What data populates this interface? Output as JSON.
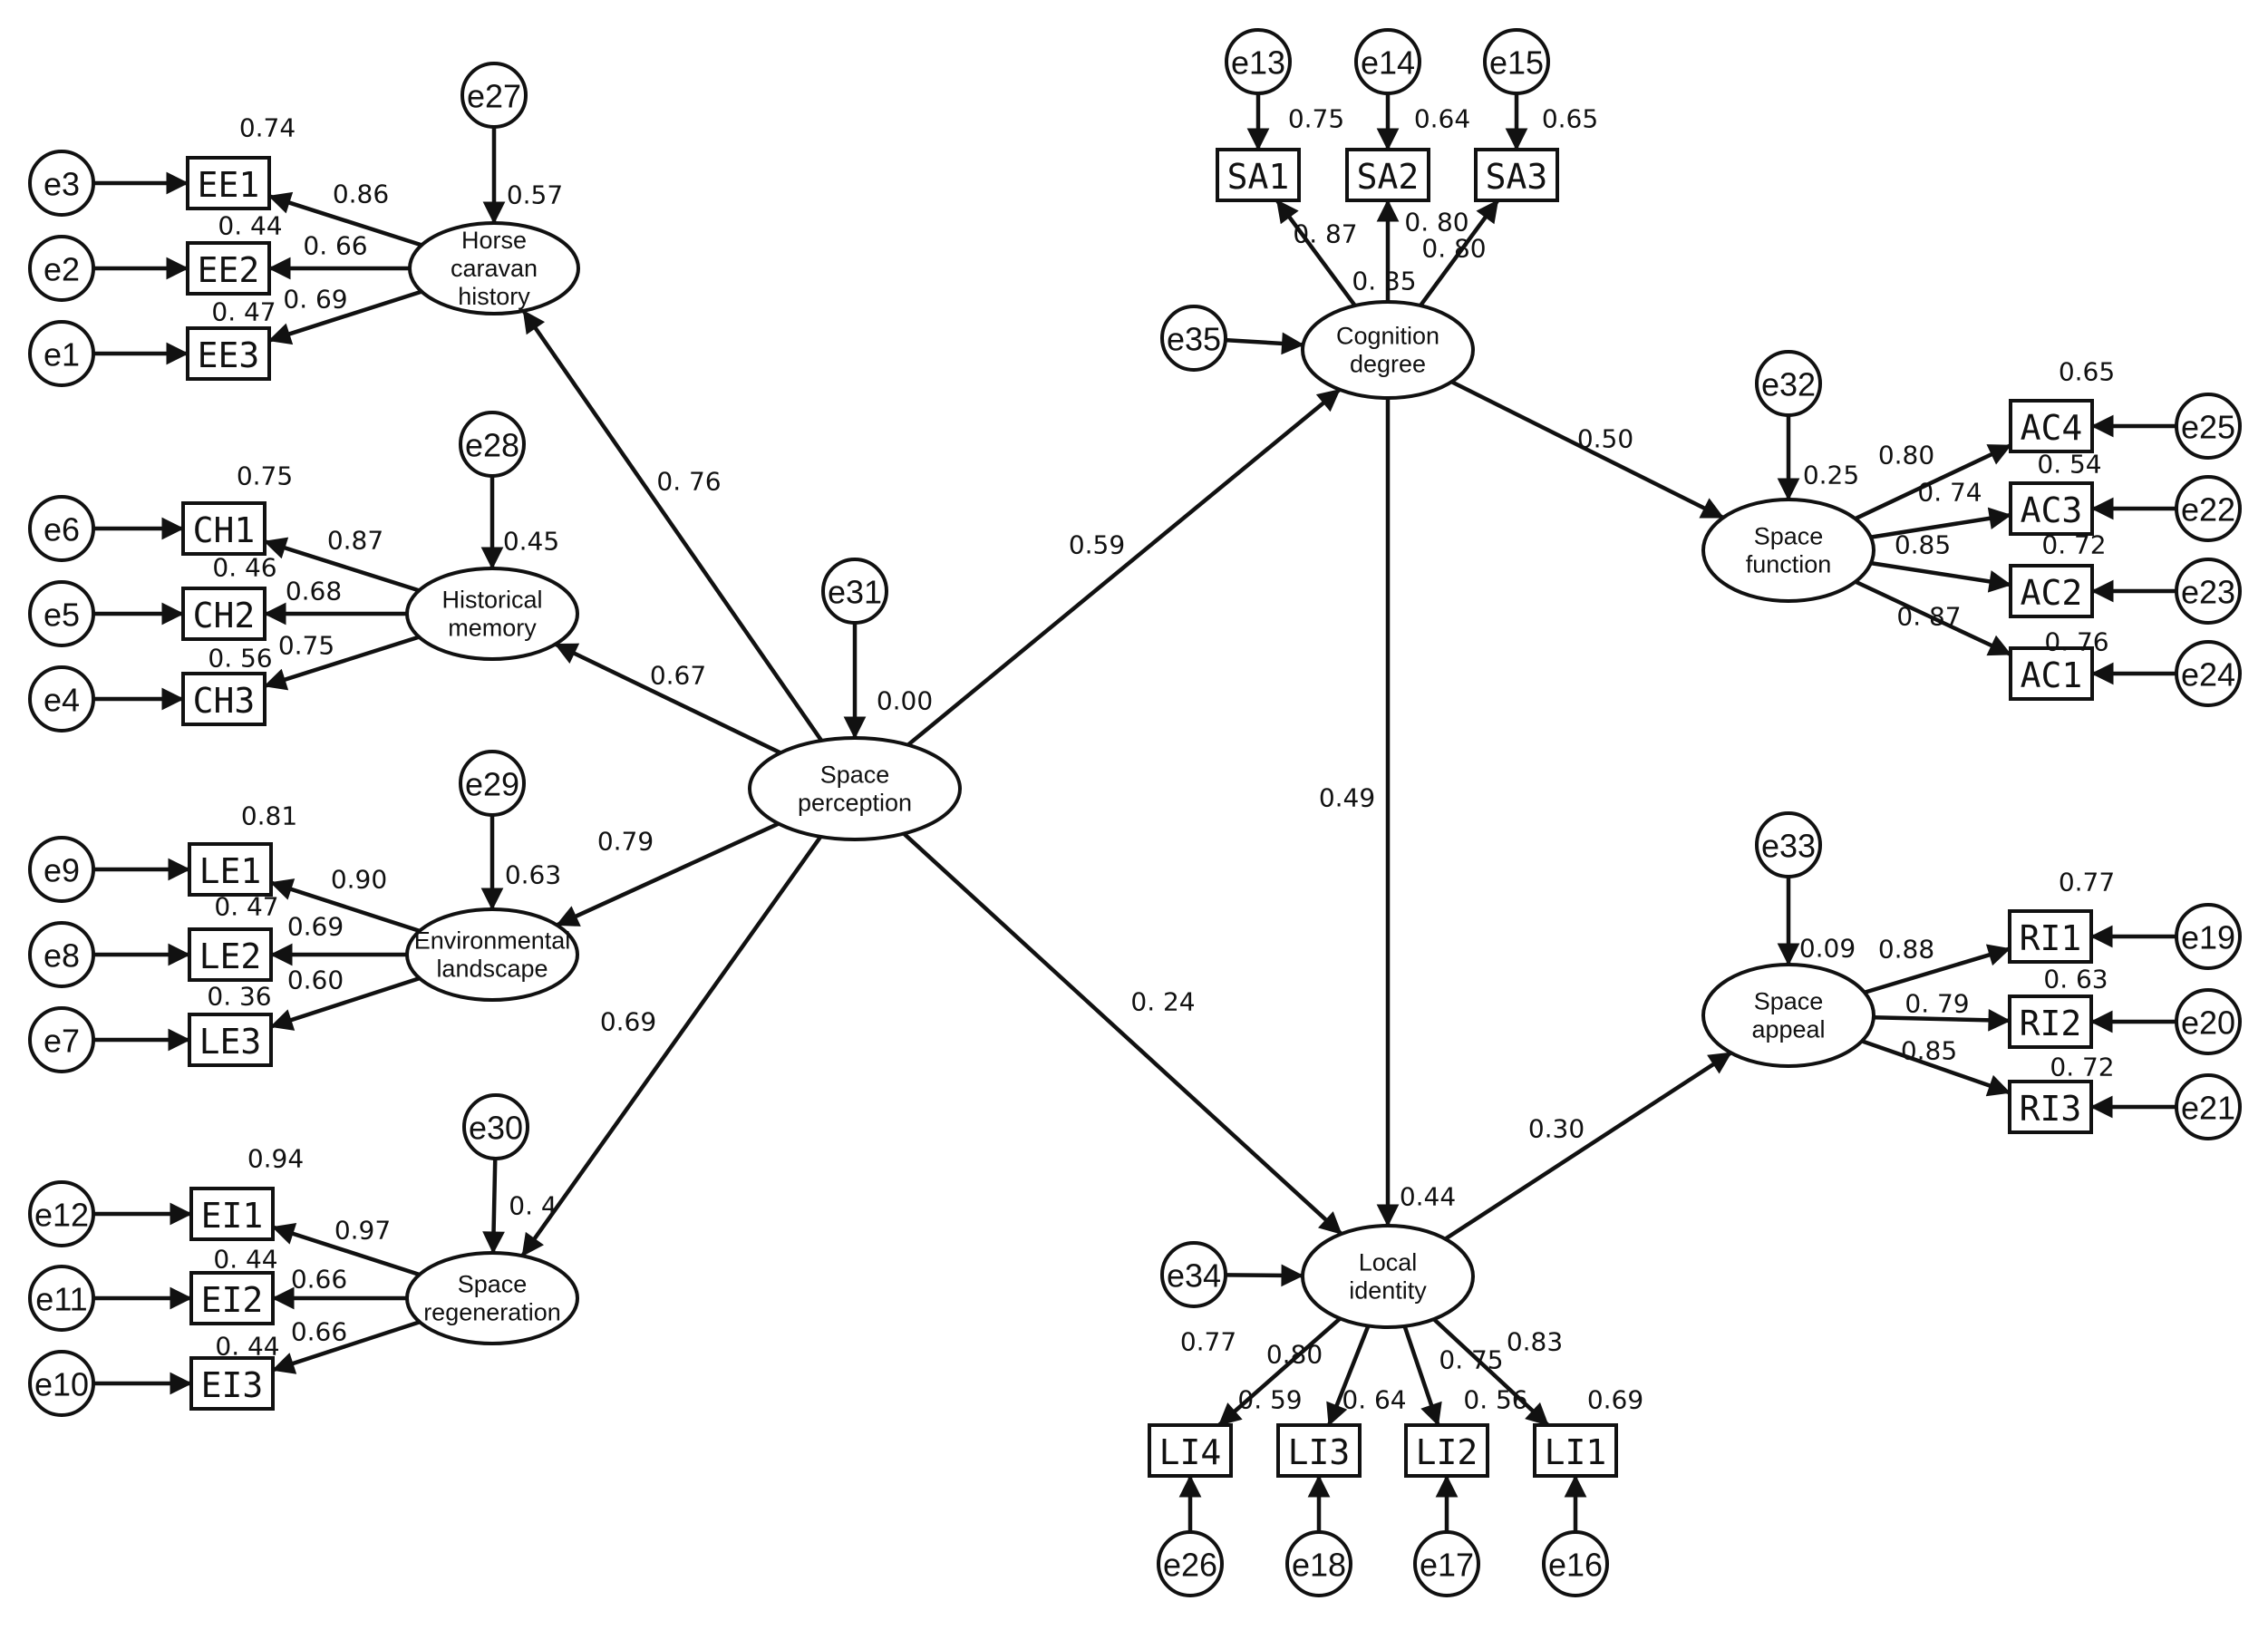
{
  "latents": [
    {
      "id": "horse",
      "label_lines": [
        "Horse",
        "caravan",
        "history"
      ]
    },
    {
      "id": "hist",
      "label_lines": [
        "Historical",
        "memory"
      ]
    },
    {
      "id": "env",
      "label_lines": [
        "Environmental",
        "landscape"
      ]
    },
    {
      "id": "regen",
      "label_lines": [
        "Space",
        "regeneration"
      ]
    },
    {
      "id": "perc",
      "label_lines": [
        "Space",
        "perception"
      ]
    },
    {
      "id": "cog",
      "label_lines": [
        "Cognition",
        "degree"
      ]
    },
    {
      "id": "func",
      "label_lines": [
        "Space",
        "function"
      ]
    },
    {
      "id": "appeal",
      "label_lines": [
        "Space",
        "appeal"
      ]
    },
    {
      "id": "local",
      "label_lines": [
        "Local",
        "identity"
      ]
    }
  ],
  "indicators": [
    {
      "id": "EE1",
      "label": "EE1"
    },
    {
      "id": "EE2",
      "label": "EE2"
    },
    {
      "id": "EE3",
      "label": "EE3"
    },
    {
      "id": "CH1",
      "label": "CH1"
    },
    {
      "id": "CH2",
      "label": "CH2"
    },
    {
      "id": "CH3",
      "label": "CH3"
    },
    {
      "id": "LE1",
      "label": "LE1"
    },
    {
      "id": "LE2",
      "label": "LE2"
    },
    {
      "id": "LE3",
      "label": "LE3"
    },
    {
      "id": "EI1",
      "label": "EI1"
    },
    {
      "id": "EI2",
      "label": "EI2"
    },
    {
      "id": "EI3",
      "label": "EI3"
    },
    {
      "id": "SA1",
      "label": "SA1"
    },
    {
      "id": "SA2",
      "label": "SA2"
    },
    {
      "id": "SA3",
      "label": "SA3"
    },
    {
      "id": "AC4",
      "label": "AC4"
    },
    {
      "id": "AC3",
      "label": "AC3"
    },
    {
      "id": "AC2",
      "label": "AC2"
    },
    {
      "id": "AC1",
      "label": "AC1"
    },
    {
      "id": "RI1",
      "label": "RI1"
    },
    {
      "id": "RI2",
      "label": "RI2"
    },
    {
      "id": "RI3",
      "label": "RI3"
    },
    {
      "id": "LI4",
      "label": "LI4"
    },
    {
      "id": "LI3",
      "label": "LI3"
    },
    {
      "id": "LI2",
      "label": "LI2"
    },
    {
      "id": "LI1",
      "label": "LI1"
    }
  ],
  "errors": [
    {
      "id": "e1",
      "label": "e1"
    },
    {
      "id": "e2",
      "label": "e2"
    },
    {
      "id": "e3",
      "label": "e3"
    },
    {
      "id": "e4",
      "label": "e4"
    },
    {
      "id": "e5",
      "label": "e5"
    },
    {
      "id": "e6",
      "label": "e6"
    },
    {
      "id": "e7",
      "label": "e7"
    },
    {
      "id": "e8",
      "label": "e8"
    },
    {
      "id": "e9",
      "label": "e9"
    },
    {
      "id": "e10",
      "label": "e10"
    },
    {
      "id": "e11",
      "label": "e11"
    },
    {
      "id": "e12",
      "label": "e12"
    },
    {
      "id": "e13",
      "label": "e13"
    },
    {
      "id": "e14",
      "label": "e14"
    },
    {
      "id": "e15",
      "label": "e15"
    },
    {
      "id": "e16",
      "label": "e16"
    },
    {
      "id": "e17",
      "label": "e17"
    },
    {
      "id": "e18",
      "label": "e18"
    },
    {
      "id": "e19",
      "label": "e19"
    },
    {
      "id": "e20",
      "label": "e20"
    },
    {
      "id": "e21",
      "label": "e21"
    },
    {
      "id": "e22",
      "label": "e22"
    },
    {
      "id": "e23",
      "label": "e23"
    },
    {
      "id": "e24",
      "label": "e24"
    },
    {
      "id": "e25",
      "label": "e25"
    },
    {
      "id": "e26",
      "label": "e26"
    },
    {
      "id": "e27",
      "label": "e27"
    },
    {
      "id": "e28",
      "label": "e28"
    },
    {
      "id": "e29",
      "label": "e29"
    },
    {
      "id": "e30",
      "label": "e30"
    },
    {
      "id": "e31",
      "label": "e31"
    },
    {
      "id": "e32",
      "label": "e32"
    },
    {
      "id": "e33",
      "label": "e33"
    },
    {
      "id": "e34",
      "label": "e34"
    },
    {
      "id": "e35",
      "label": "e35"
    }
  ],
  "paths": [
    {
      "id": "p_horse",
      "label": "0. 76"
    },
    {
      "id": "p_hist",
      "label": "0.67"
    },
    {
      "id": "p_env",
      "label": "0.79"
    },
    {
      "id": "p_regen",
      "label": "0.69"
    },
    {
      "id": "p_cog",
      "label": "0.59"
    },
    {
      "id": "p_local",
      "label": "0. 24"
    },
    {
      "id": "p_cog_local",
      "label": "0.49"
    },
    {
      "id": "p_cog_func",
      "label": "0.50"
    },
    {
      "id": "p_local_appeal",
      "label": "0.30"
    }
  ],
  "loadings": [
    {
      "id": "l_EE1",
      "label": "0.86"
    },
    {
      "id": "l_EE2",
      "label": "0. 66"
    },
    {
      "id": "l_EE3",
      "label": "0. 69"
    },
    {
      "id": "l_CH1",
      "label": "0.87"
    },
    {
      "id": "l_CH2",
      "label": "0.68"
    },
    {
      "id": "l_CH3",
      "label": "0.75"
    },
    {
      "id": "l_LE1",
      "label": "0.90"
    },
    {
      "id": "l_LE2",
      "label": "0.69"
    },
    {
      "id": "l_LE3",
      "label": "0.60"
    },
    {
      "id": "l_EI1",
      "label": "0.97"
    },
    {
      "id": "l_EI2",
      "label": "0.66"
    },
    {
      "id": "l_EI3",
      "label": "0.66"
    },
    {
      "id": "l_SA1",
      "label": "0. 87"
    },
    {
      "id": "l_SA2",
      "label": "0. 80"
    },
    {
      "id": "l_SA3",
      "label": "0. 80"
    },
    {
      "id": "l_AC4",
      "label": "0.80"
    },
    {
      "id": "l_AC3",
      "label": "0. 74"
    },
    {
      "id": "l_AC2",
      "label": "0.85"
    },
    {
      "id": "l_AC1",
      "label": "0. 87"
    },
    {
      "id": "l_RI1",
      "label": "0.88"
    },
    {
      "id": "l_RI2",
      "label": "0. 79"
    },
    {
      "id": "l_RI3",
      "label": "0.85"
    },
    {
      "id": "l_LI4",
      "label": "0.77"
    },
    {
      "id": "l_LI3",
      "label": "0.80"
    },
    {
      "id": "l_LI2",
      "label": "0. 75"
    },
    {
      "id": "l_LI1",
      "label": "0.83"
    }
  ],
  "r2_labels": [
    {
      "id": "r_EE1",
      "label": "0.74"
    },
    {
      "id": "r_EE2",
      "label": "0. 44"
    },
    {
      "id": "r_EE3",
      "label": "0. 47"
    },
    {
      "id": "r_CH1",
      "label": "0.75"
    },
    {
      "id": "r_CH2",
      "label": "0. 46"
    },
    {
      "id": "r_CH3",
      "label": "0. 56"
    },
    {
      "id": "r_LE1",
      "label": "0.81"
    },
    {
      "id": "r_LE2",
      "label": "0. 47"
    },
    {
      "id": "r_LE3",
      "label": "0. 36"
    },
    {
      "id": "r_EI1",
      "label": "0.94"
    },
    {
      "id": "r_EI2",
      "label": "0. 44"
    },
    {
      "id": "r_EI3",
      "label": "0. 44"
    },
    {
      "id": "r_SA1",
      "label": "0.75"
    },
    {
      "id": "r_SA2",
      "label": "0.64"
    },
    {
      "id": "r_SA3",
      "label": "0.65"
    },
    {
      "id": "r_AC4",
      "label": "0.65"
    },
    {
      "id": "r_AC3",
      "label": "0. 54"
    },
    {
      "id": "r_AC2",
      "label": "0. 72"
    },
    {
      "id": "r_AC1",
      "label": "0. 76"
    },
    {
      "id": "r_RI1",
      "label": "0.77"
    },
    {
      "id": "r_RI2",
      "label": "0. 63"
    },
    {
      "id": "r_RI3",
      "label": "0. 72"
    },
    {
      "id": "r_LI4",
      "label": "0. 59"
    },
    {
      "id": "r_LI3",
      "label": "0. 64"
    },
    {
      "id": "r_LI2",
      "label": "0. 56"
    },
    {
      "id": "r_LI1",
      "label": "0.69"
    },
    {
      "id": "r_horse",
      "label": "0.57"
    },
    {
      "id": "r_hist",
      "label": "0.45"
    },
    {
      "id": "r_env",
      "label": "0.63"
    },
    {
      "id": "r_regen",
      "label": "0. 4"
    },
    {
      "id": "r_perc",
      "label": "0.00"
    },
    {
      "id": "r_cog",
      "label": "0. 35"
    },
    {
      "id": "r_func",
      "label": "0.25"
    },
    {
      "id": "r_appeal",
      "label": "0.09"
    },
    {
      "id": "r_local",
      "label": "0.44"
    }
  ]
}
